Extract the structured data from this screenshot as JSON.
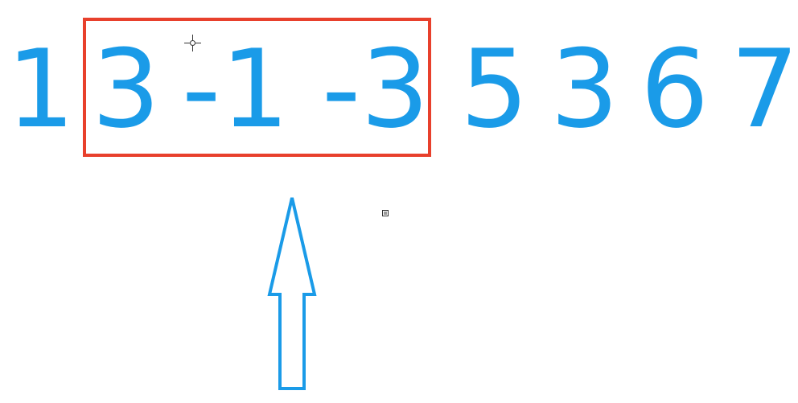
{
  "sequence": [
    "1",
    "3",
    "-1",
    "-3",
    "5",
    "3",
    "6",
    "7"
  ],
  "window": {
    "start_index": 1,
    "size": 3
  },
  "colors": {
    "numbers": "#1a9be8",
    "window_box": "#e8402c",
    "arrow": "#1a9be8"
  },
  "icons": {
    "cursor": "crosshair-cursor-icon",
    "pointer": "up-arrow-icon"
  }
}
